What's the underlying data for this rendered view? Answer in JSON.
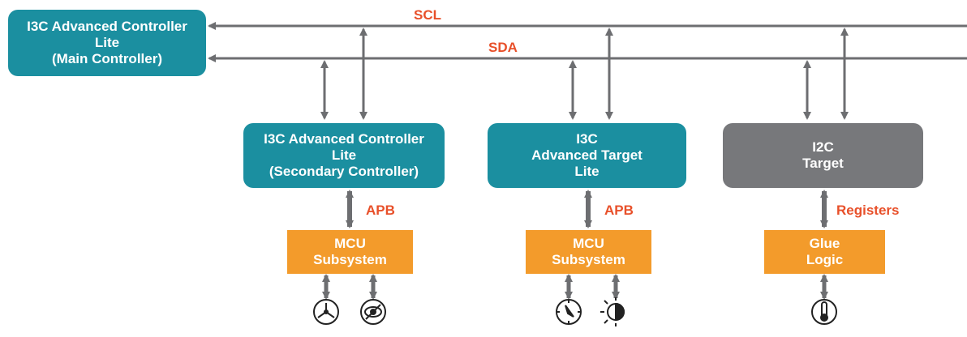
{
  "buses": {
    "scl": "SCL",
    "sda": "SDA"
  },
  "blocks": {
    "main_controller": [
      "I3C Advanced Controller",
      "Lite",
      "(Main Controller)"
    ],
    "secondary_controller": [
      "I3C Advanced Controller",
      "Lite",
      "(Secondary Controller)"
    ],
    "advanced_target": [
      "I3C",
      "Advanced Target",
      "Lite"
    ],
    "i2c_target": [
      "I2C",
      "Target"
    ],
    "mcu_subsystem_1": [
      "MCU",
      "Subsystem"
    ],
    "mcu_subsystem_2": [
      "MCU",
      "Subsystem"
    ],
    "glue_logic": [
      "Glue",
      "Logic"
    ]
  },
  "interfaces": {
    "apb_1": "APB",
    "apb_2": "APB",
    "registers": "Registers"
  },
  "icons": [
    "fan-icon",
    "eye-sensor-icon",
    "compass-icon",
    "brightness-icon",
    "thermometer-icon"
  ],
  "colors": {
    "teal": "#1b8fa0",
    "gray": "#77787b",
    "orange": "#f39b2b",
    "label": "#e8502a",
    "line": "#6d6e71"
  }
}
